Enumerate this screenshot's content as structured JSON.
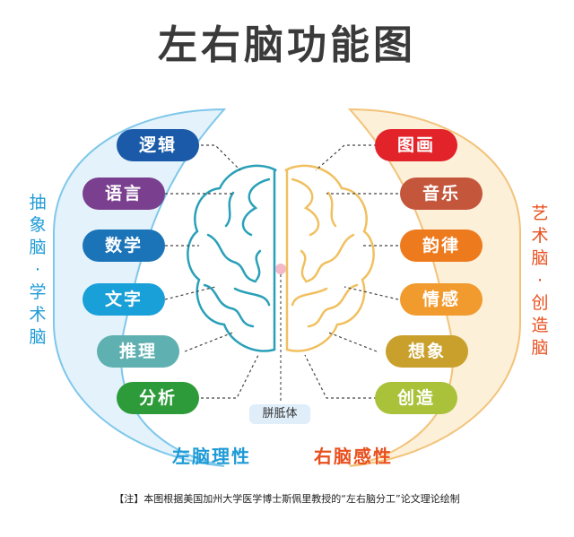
{
  "title": "左右脑功能图",
  "left": {
    "items": [
      "逻辑",
      "语言",
      "数学",
      "文字",
      "推理",
      "分析"
    ],
    "side_label": "抽象脑·学术脑",
    "caption": "左脑理性",
    "colors": [
      "#1a5aa8",
      "#7a3f8f",
      "#1c74b8",
      "#1aa0d8",
      "#5fb0b0",
      "#2e9b3a"
    ]
  },
  "right": {
    "items": [
      "图画",
      "音乐",
      "韵律",
      "情感",
      "想象",
      "创造"
    ],
    "side_label": "艺术脑·创造脑",
    "caption": "右脑感性",
    "colors": [
      "#e2232a",
      "#c4563c",
      "#ee7a1e",
      "#f19a2e",
      "#c9a02c",
      "#a9c23a"
    ]
  },
  "corpus_label": "胼胝体",
  "note": "【注】本图根据美国加州大学医学博士斯佩里教授的“左右脑分工”论文理论绘制"
}
